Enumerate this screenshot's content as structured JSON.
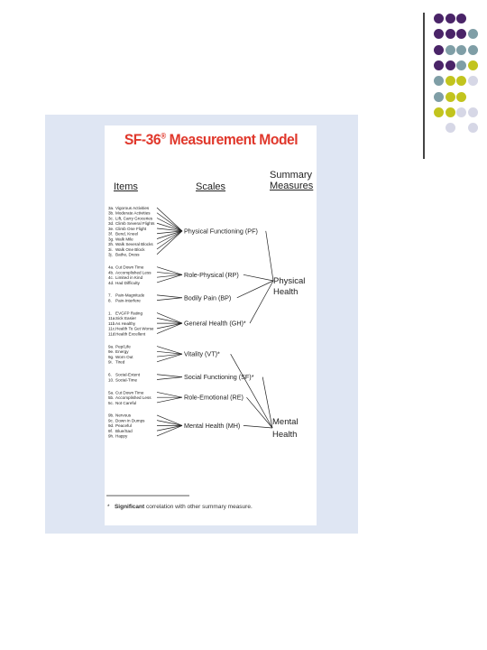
{
  "title": "SF-36",
  "title_mark": "®",
  "title_rest": " Measurement Model",
  "headers": {
    "items": "Items",
    "scales": "Scales",
    "summary_line1": "Summary",
    "summary_line2": "Measures"
  },
  "groups": [
    {
      "scale": "Physical Functioning (PF)",
      "summary": 0,
      "items": [
        [
          "3a.",
          "Vigorous Activities"
        ],
        [
          "3b.",
          "Moderate Activities"
        ],
        [
          "3c.",
          "Lift, Carry Groceries"
        ],
        [
          "3d.",
          "Climb Several Flights"
        ],
        [
          "3e.",
          "Climb One Flight"
        ],
        [
          "3f.",
          "Bend, Kneel"
        ],
        [
          "3g.",
          "Walk Mile"
        ],
        [
          "3h.",
          "Walk Several Blocks"
        ],
        [
          "3i.",
          "Walk One Block"
        ],
        [
          "3j.",
          "Bathe, Dress"
        ]
      ]
    },
    {
      "scale": "Role-Physical (RP)",
      "summary": 0,
      "items": [
        [
          "4a.",
          "Cut Down Time"
        ],
        [
          "4b.",
          "Accomplished Less"
        ],
        [
          "4c.",
          "Limited in Kind"
        ],
        [
          "4d.",
          "Had Difficulty"
        ]
      ]
    },
    {
      "scale": "Bodily Pain (BP)",
      "summary": 0,
      "items": [
        [
          "7.",
          "Pain-Magnitude"
        ],
        [
          "8.",
          "Pain-Interfere"
        ]
      ]
    },
    {
      "scale": "General Health (GH)*",
      "summary": 0,
      "items": [
        [
          "1.",
          "EVGFP Rating"
        ],
        [
          "11a.",
          "Sick Easier"
        ],
        [
          "11b.",
          "As Healthy"
        ],
        [
          "11c.",
          "Health To Get Worse"
        ],
        [
          "11d.",
          "Health Excellent"
        ]
      ]
    },
    {
      "scale": "Vitality (VT)*",
      "summary": 1,
      "items": [
        [
          "9a.",
          "Pep/Life"
        ],
        [
          "9e.",
          "Energy"
        ],
        [
          "9g.",
          "Worn Out"
        ],
        [
          "9i.",
          "Tired"
        ]
      ]
    },
    {
      "scale": "Social Functioning (SF)*",
      "summary": 1,
      "items": [
        [
          "6.",
          "Social-Extent"
        ],
        [
          "10.",
          "Social-Time"
        ]
      ]
    },
    {
      "scale": "Role-Emotional (RE)",
      "summary": 1,
      "items": [
        [
          "5a.",
          "Cut Down Time"
        ],
        [
          "5b.",
          "Accomplished Less"
        ],
        [
          "5c.",
          "Not Careful"
        ]
      ]
    },
    {
      "scale": "Mental Health (MH)",
      "summary": 1,
      "items": [
        [
          "9b.",
          "Nervous"
        ],
        [
          "9c.",
          "Down in Dumps"
        ],
        [
          "9d.",
          "Peaceful"
        ],
        [
          "9f.",
          "Blue/Sad"
        ],
        [
          "9h.",
          "Happy"
        ]
      ]
    }
  ],
  "summaries": [
    {
      "line1": "Physical",
      "line2": "Health"
    },
    {
      "line1": "Mental",
      "line2": "Health"
    }
  ],
  "footnote": {
    "mark": "*",
    "bold": "Significant",
    "rest": " correlation with other summary measure."
  },
  "colors": {
    "purple": "#4a2468",
    "teal": "#7f9ea6",
    "olive": "#c2c41e",
    "lavender": "#d6d7e6",
    "title_red": "#e0382c",
    "panel": "#dfe6f3"
  }
}
